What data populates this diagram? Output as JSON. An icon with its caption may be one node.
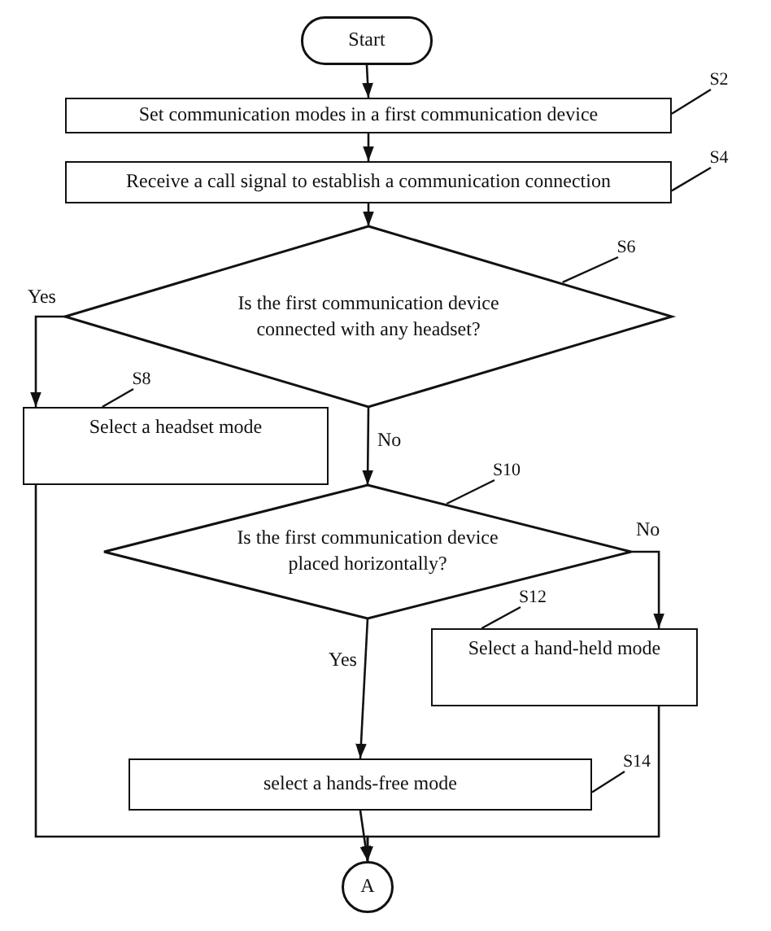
{
  "diagram": {
    "nodes": [
      {
        "text": [
          "Start"
        ]
      },
      {
        "text": [
          "Set communication modes in a first communication device"
        ]
      },
      {
        "text": [
          "Receive a call signal to establish a communication connection"
        ]
      },
      {
        "text": [
          "Is the first communication device connected with any headset?"
        ]
      },
      {
        "text": [
          "Select a headset mode"
        ]
      },
      {
        "text": [
          "Is the first communication device placed horizontally?"
        ]
      },
      {
        "text": [
          "Select a hand-held mode"
        ]
      },
      {
        "text": [
          "select a hands-free mode"
        ]
      },
      {
        "text": [
          "A"
        ]
      },
      {
        "text": [
          "S2"
        ]
      },
      {
        "text": [
          "S4"
        ]
      },
      {
        "text": [
          "S6"
        ]
      },
      {
        "text": [
          "S8"
        ]
      },
      {
        "text": [
          "S10"
        ]
      },
      {
        "text": [
          "S12"
        ]
      },
      {
        "text": [
          "S14"
        ]
      }
    ],
    "edges": [
      {
        "from": 0,
        "to": 1,
        "arrow": "to"
      },
      {
        "from": 1,
        "to": 2,
        "arrow": "to"
      },
      {
        "from": 2,
        "to": 3,
        "arrow": "to"
      },
      {
        "from": 3,
        "to": 4,
        "arrow": "to",
        "label": "Yes"
      },
      {
        "from": 3,
        "to": 5,
        "arrow": "to",
        "label": "No"
      },
      {
        "from": 5,
        "to": 6,
        "arrow": "to",
        "label": "No"
      },
      {
        "from": 5,
        "to": 7,
        "arrow": "to",
        "label": "Yes"
      },
      {
        "from": 4,
        "to": 8,
        "arrow": "to"
      },
      {
        "from": 6,
        "to": 8,
        "arrow": "to"
      },
      {
        "from": 7,
        "to": 8,
        "arrow": "to"
      },
      {
        "from": 9,
        "to": 1,
        "arrow": "none"
      },
      {
        "from": 10,
        "to": 2,
        "arrow": "none"
      },
      {
        "from": 11,
        "to": 3,
        "arrow": "none"
      },
      {
        "from": 12,
        "to": 4,
        "arrow": "none"
      },
      {
        "from": 13,
        "to": 5,
        "arrow": "none"
      },
      {
        "from": 14,
        "to": 6,
        "arrow": "none"
      },
      {
        "from": 15,
        "to": 7,
        "arrow": "none"
      }
    ]
  }
}
